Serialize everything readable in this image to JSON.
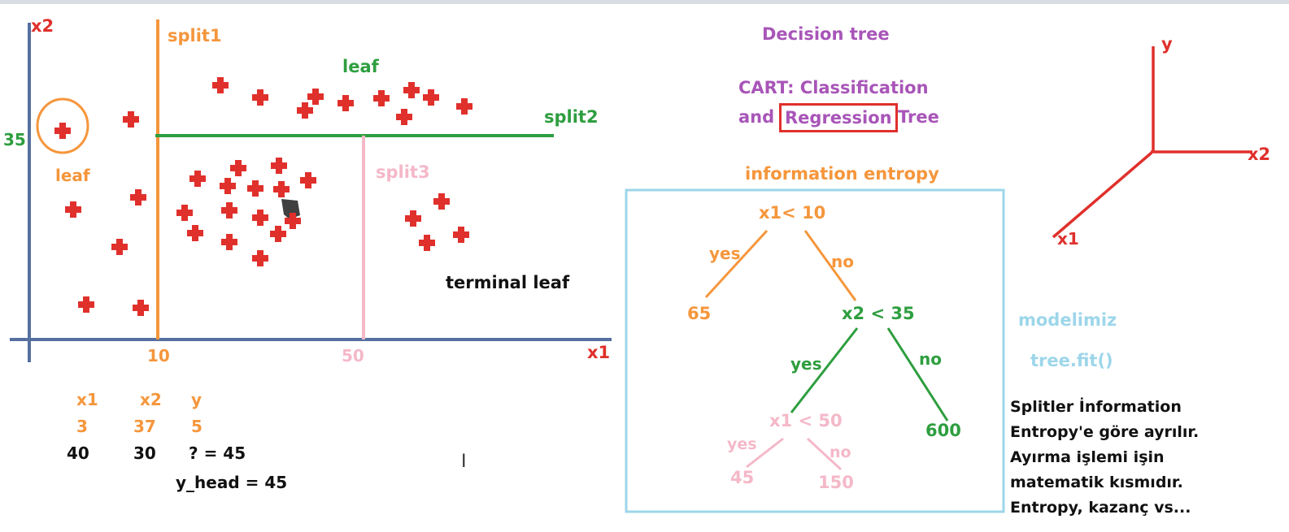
{
  "scatter": {
    "x1_axis": "x1",
    "x2_axis": "x2",
    "tick_x_10": "10",
    "tick_x_50": "50",
    "tick_x2_35": "35",
    "split1": "split1",
    "split2": "split2",
    "split3": "split3",
    "leaf_top": "leaf",
    "leaf_left": "leaf",
    "terminal_leaf": "terminal leaf"
  },
  "table": {
    "headers": [
      "x1",
      "x2",
      "y"
    ],
    "row1": [
      "3",
      "37",
      "5"
    ],
    "row2": [
      "40",
      "30",
      "? = 45"
    ],
    "y_head": "y_head = 45"
  },
  "title": {
    "main": "Decision tree",
    "cart_line1": "CART: Classification",
    "cart_and": "and",
    "cart_boxed": "Regression",
    "cart_tree": "Tree"
  },
  "tree": {
    "heading": "information entropy",
    "root": "x1< 10",
    "root_yes": "yes",
    "root_no": "no",
    "leaf_65": "65",
    "node2": "x2 < 35",
    "node2_yes": "yes",
    "node2_no": "no",
    "leaf_600": "600",
    "node3": "x1 < 50",
    "node3_yes": "yes",
    "node3_no": "no",
    "leaf_45": "45",
    "leaf_150": "150"
  },
  "model": {
    "label": "modelimiz",
    "fit": "tree.fit()"
  },
  "axes3d": {
    "y": "y",
    "x2": "x2",
    "x1": "x1"
  },
  "notes": [
    "Splitler İnformation",
    "Entropy'e göre ayrılır.",
    "Ayırma işlemi işin",
    "matematik kısmıdır.",
    "Entropy, kazanç vs..."
  ],
  "colors": {
    "axis": "#5570a0",
    "split1": "#f5963c",
    "split2": "#2e9e3f",
    "split3": "#f4b8c8",
    "points": "#e0302c",
    "title": "#a855b8",
    "model": "#9dd6ea"
  }
}
